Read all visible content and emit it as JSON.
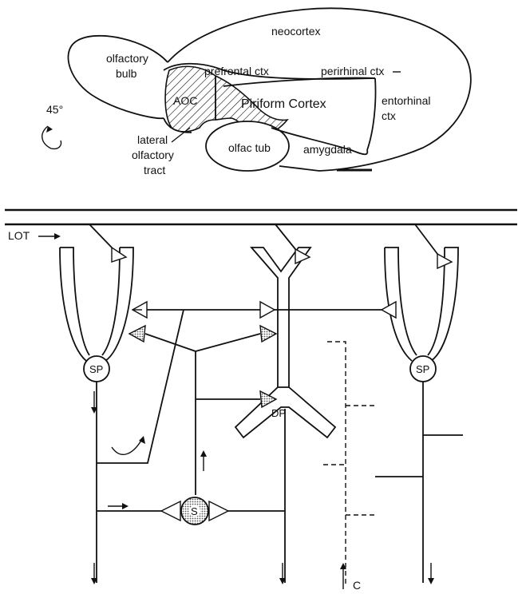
{
  "brain": {
    "regions": {
      "neocortex": "neocortex",
      "olfactory_bulb_1": "olfactory",
      "olfactory_bulb_2": "bulb",
      "prefrontal": "prefrontal ctx",
      "perirhinal": "perirhinal ctx",
      "aoc": "AOC",
      "piriform": "Piriform Cortex",
      "entorhinal_1": "entorhinal",
      "entorhinal_2": "ctx",
      "olfac_tub": "olfac tub",
      "amygdala": "amygdala",
      "lot_1": "lateral",
      "lot_2": "olfactory",
      "lot_3": "tract"
    },
    "rotation": "45°"
  },
  "circuit": {
    "input_label": "LOT",
    "cells": {
      "superficial_pyramidal_left": "SP",
      "superficial_pyramidal_right": "SP",
      "deep_pyramidal": "DP",
      "stellate": "S"
    },
    "centrifugal_label": "C"
  },
  "colors": {
    "ink": "#111111",
    "background": "#ffffff",
    "shading": "#555555"
  }
}
